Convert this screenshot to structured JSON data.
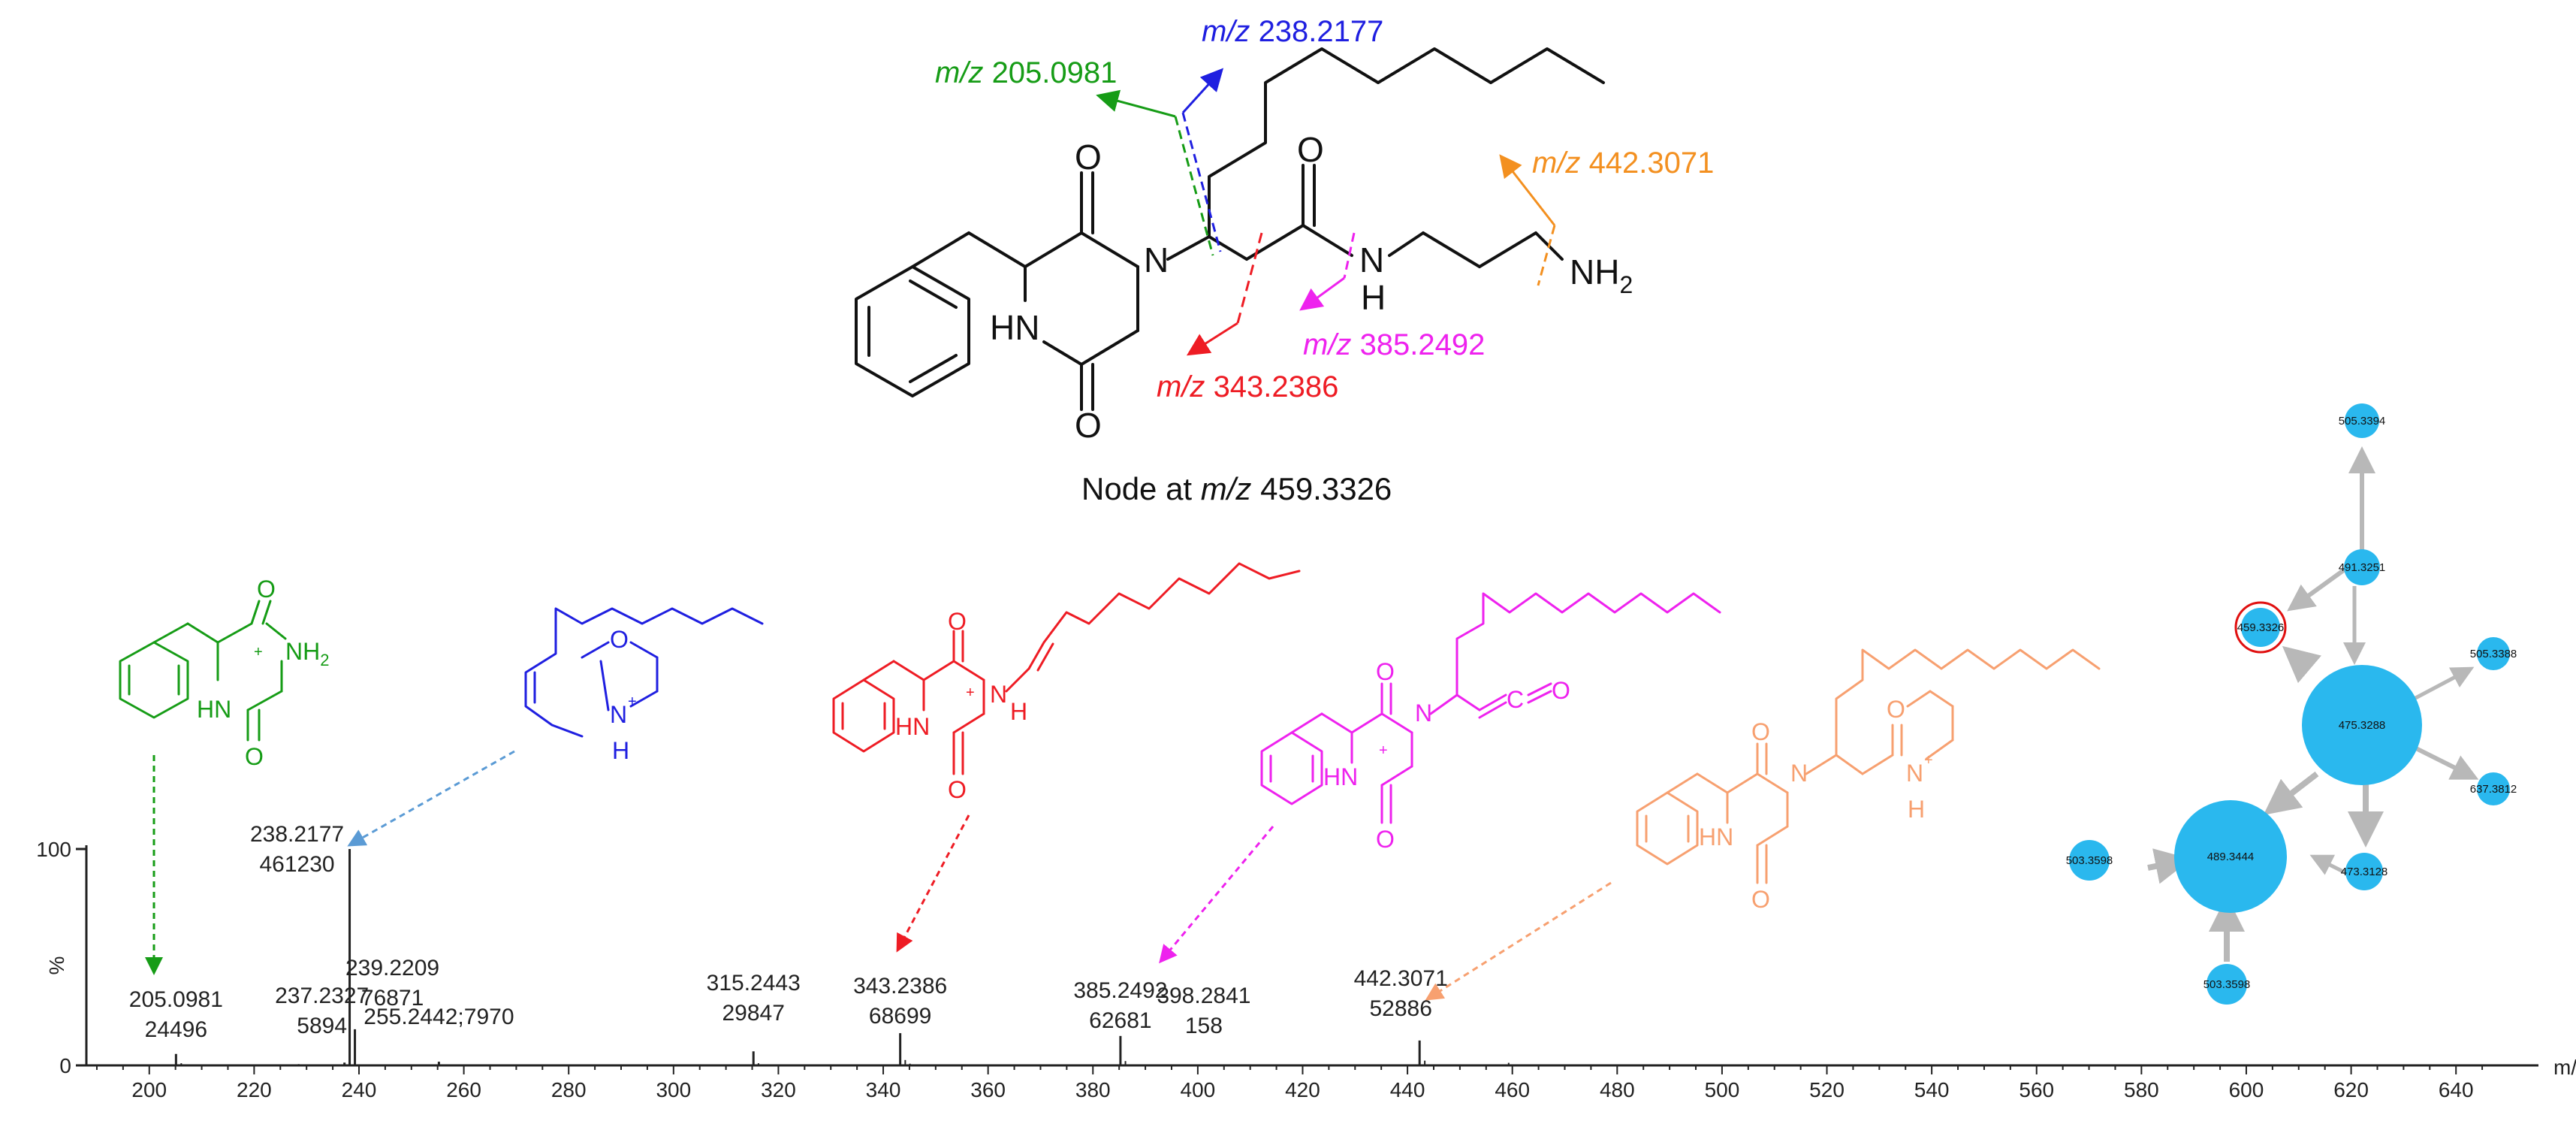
{
  "colors": {
    "green": "#169c16",
    "blue": "#1f1fe0",
    "red": "#ee1c24",
    "magenta": "#ee22ee",
    "orange": "#f39020",
    "light_orange": "#f7a070",
    "node_fill": "#2ab8ee",
    "edge": "#b8b8b8",
    "highlight": "#e01010",
    "black": "#111111"
  },
  "molecule": {
    "atoms": {
      "O": "O",
      "N": "N",
      "HN": "HN",
      "H": "H",
      "NH2": "NH",
      "sub2": "2"
    },
    "fragments": [
      {
        "id": "f205",
        "mz_prefix": "m/z",
        "mz": "205.0981",
        "color": "#169c16"
      },
      {
        "id": "f238",
        "mz_prefix": "m/z",
        "mz": "238.2177",
        "color": "#1f1fe0"
      },
      {
        "id": "f343",
        "mz_prefix": "m/z",
        "mz": "343.2386",
        "color": "#ee1c24"
      },
      {
        "id": "f385",
        "mz_prefix": "m/z",
        "mz": "385.2492",
        "color": "#ee22ee"
      },
      {
        "id": "f442",
        "mz_prefix": "m/z",
        "mz": "442.3071",
        "color": "#f39020"
      }
    ],
    "node_caption": {
      "prefix": "Node at ",
      "mz_prefix": "m/z",
      "mz": " 459.3326"
    }
  },
  "fragment_structures": {
    "green": {
      "NH2": "NH",
      "sub2": "2",
      "HN": "HN",
      "O": "O",
      "plus": "+"
    },
    "blue": {
      "O": "O",
      "N": "N",
      "H": "H",
      "plus": "+"
    },
    "red": {
      "O": "O",
      "N": "N",
      "H": "H",
      "HN": "HN",
      "plus": "+"
    },
    "magenta": {
      "O": "O",
      "N": "N",
      "HN": "HN",
      "C": "C",
      "plus": "+"
    },
    "orange": {
      "O": "O",
      "N": "N",
      "H": "H",
      "HN": "HN",
      "plus": "+"
    }
  },
  "chart_data": {
    "type": "bar",
    "ylabel": "%",
    "xlabel": "m/z",
    "xlim": [
      188,
      650
    ],
    "ylim": [
      0,
      100
    ],
    "yticks": [
      0,
      100
    ],
    "xticks": [
      200,
      220,
      240,
      260,
      280,
      300,
      320,
      340,
      360,
      380,
      400,
      420,
      440,
      460,
      480,
      500,
      520,
      540,
      560,
      580,
      600,
      620,
      640
    ],
    "peaks": [
      {
        "x": 205.0981,
        "y": 5.3,
        "label": "205.0981",
        "intensity": "24496"
      },
      {
        "x": 237.2327,
        "y": 1.3,
        "label": "237.2327",
        "intensity": "5894"
      },
      {
        "x": 238.2177,
        "y": 100,
        "label": "238.2177",
        "intensity": "461230"
      },
      {
        "x": 239.2209,
        "y": 16.7,
        "label": "239.2209",
        "intensity": "76871"
      },
      {
        "x": 255.2442,
        "y": 1.7,
        "label": "255.2442;7970"
      },
      {
        "x": 315.2443,
        "y": 6.5,
        "label": "315.2443",
        "intensity": "29847"
      },
      {
        "x": 343.2386,
        "y": 14.9,
        "label": "343.2386",
        "intensity": "68699"
      },
      {
        "x": 385.2492,
        "y": 13.6,
        "label": "385.2492",
        "intensity": "62681"
      },
      {
        "x": 398.2841,
        "y": 0.1,
        "label": "398.2841",
        "intensity": "158"
      },
      {
        "x": 442.3071,
        "y": 11.5,
        "label": "442.3071",
        "intensity": "52886"
      }
    ],
    "minor_peaks": [
      {
        "x": 206.1,
        "y": 1.0
      },
      {
        "x": 222.0,
        "y": 0.4
      },
      {
        "x": 228.5,
        "y": 0.6
      },
      {
        "x": 256.2,
        "y": 0.5
      },
      {
        "x": 263.0,
        "y": 0.4
      },
      {
        "x": 316.2,
        "y": 1.0
      },
      {
        "x": 344.2,
        "y": 2.5
      },
      {
        "x": 345.1,
        "y": 0.8
      },
      {
        "x": 386.2,
        "y": 2.0
      },
      {
        "x": 399.3,
        "y": 0.4
      },
      {
        "x": 443.3,
        "y": 2.2
      },
      {
        "x": 459.3,
        "y": 1.2
      },
      {
        "x": 460.3,
        "y": 0.5
      },
      {
        "x": 474.1,
        "y": 0.3
      },
      {
        "x": 533.0,
        "y": 0.3
      }
    ]
  },
  "network": {
    "nodes": [
      {
        "id": "n505a",
        "label": "505.3394"
      },
      {
        "id": "n491",
        "label": "491.3251"
      },
      {
        "id": "n459",
        "label": "459.3326"
      },
      {
        "id": "n505b",
        "label": "505.3388"
      },
      {
        "id": "n475",
        "label": "475.3288"
      },
      {
        "id": "n637",
        "label": "637.3812"
      },
      {
        "id": "n489",
        "label": "489.3444"
      },
      {
        "id": "n503a",
        "label": "503.3598"
      },
      {
        "id": "n473",
        "label": "473.3128"
      },
      {
        "id": "n503b",
        "label": "503.3598"
      }
    ]
  }
}
